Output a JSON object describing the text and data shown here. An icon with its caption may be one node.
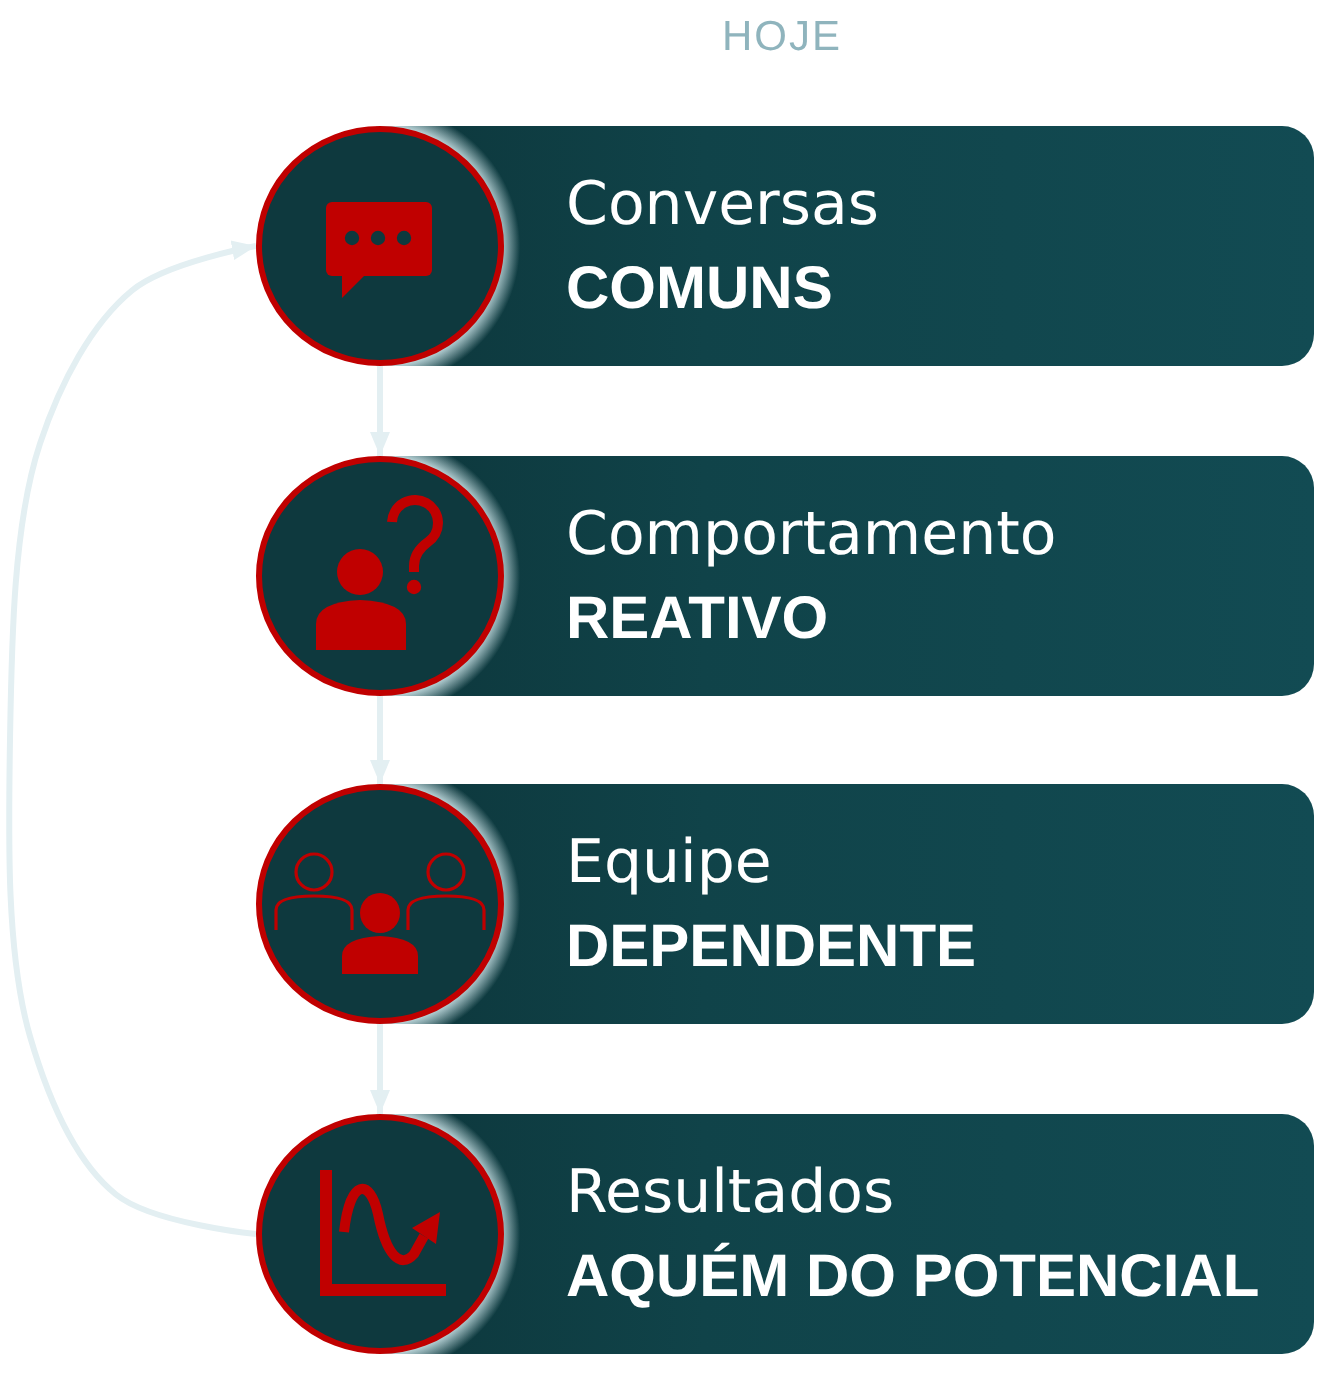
{
  "diagram": {
    "title": "HOJE",
    "nodes": [
      {
        "text": [
          "Conversas",
          "COMUNS"
        ]
      },
      {
        "text": [
          "Comportamento",
          "REATIVO"
        ]
      },
      {
        "text": [
          "Equipe",
          "DEPENDENTE"
        ]
      },
      {
        "text": [
          "Resultados",
          "AQUÉM DO POTENCIAL"
        ]
      }
    ],
    "edges": [
      {
        "from": 0,
        "to": 1,
        "arrow": "to"
      },
      {
        "from": 1,
        "to": 2,
        "arrow": "to"
      },
      {
        "from": 2,
        "to": 3,
        "arrow": "to"
      },
      {
        "from": 3,
        "to": 0,
        "arrow": "to"
      }
    ]
  }
}
